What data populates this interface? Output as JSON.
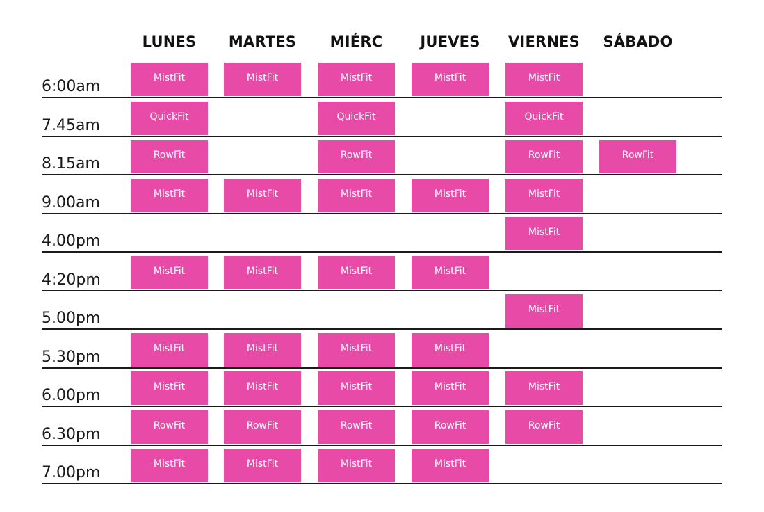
{
  "colors": {
    "cell_bg": "#e84aa8",
    "cell_text": "#ffffff",
    "line": "#1a1a1a",
    "text": "#111111"
  },
  "days": [
    "LUNES",
    "MARTES",
    "MIÉRC",
    "JUEVES",
    "VIERNES",
    "SÁBADO"
  ],
  "rows": [
    {
      "time": "6:00am",
      "cells": [
        "MistFit",
        "MistFit",
        "MistFit",
        "MistFit",
        "MistFit",
        ""
      ]
    },
    {
      "time": "7.45am",
      "cells": [
        "QuickFit",
        "",
        "QuickFit",
        "",
        "QuickFit",
        ""
      ]
    },
    {
      "time": "8.15am",
      "cells": [
        "RowFit",
        "",
        "RowFit",
        "",
        "RowFit",
        "RowFit"
      ]
    },
    {
      "time": "9.00am",
      "cells": [
        "MistFit",
        "MistFit",
        "MistFit",
        "MistFit",
        "MistFit",
        ""
      ]
    },
    {
      "time": "4.00pm",
      "cells": [
        "",
        "",
        "",
        "",
        "MistFit",
        ""
      ]
    },
    {
      "time": "4:20pm",
      "cells": [
        "MistFit",
        "MistFit",
        "MistFit",
        "MistFit",
        "",
        ""
      ]
    },
    {
      "time": "5.00pm",
      "cells": [
        "",
        "",
        "",
        "",
        "MistFit",
        ""
      ]
    },
    {
      "time": "5.30pm",
      "cells": [
        "MistFit",
        "MistFit",
        "MistFit",
        "MistFit",
        "",
        ""
      ]
    },
    {
      "time": "6.00pm",
      "cells": [
        "MistFit",
        "MistFit",
        "MistFit",
        "MistFit",
        "MistFit",
        ""
      ]
    },
    {
      "time": "6.30pm",
      "cells": [
        "RowFit",
        "RowFit",
        "RowFit",
        "RowFit",
        "RowFit",
        ""
      ]
    },
    {
      "time": "7.00pm",
      "cells": [
        "MistFit",
        "MistFit",
        "MistFit",
        "MistFit",
        "",
        ""
      ]
    }
  ]
}
